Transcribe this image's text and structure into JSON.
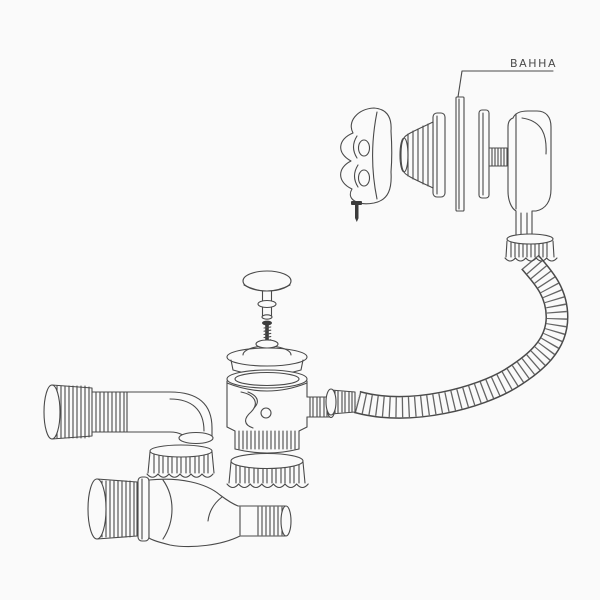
{
  "annotation": {
    "label": "ВАННА"
  },
  "colors": {
    "line": "#4a4a4a",
    "background": "#fafafa",
    "dark_fill": "#3c3c3c"
  },
  "parts": [
    "overflow-handle",
    "handle-screw",
    "overflow-gasket",
    "tub-wall-panel",
    "overflow-flange",
    "overflow-elbow",
    "overflow-nut",
    "flexible-hose",
    "hose-nut",
    "drain-plug",
    "plug-screw",
    "drain-strainer",
    "drain-body",
    "drain-nut",
    "siphon-inlet-nut",
    "siphon-inlet-pipe",
    "siphon-elbow",
    "siphon-elbow-nut",
    "outlet-nut",
    "outlet-flange",
    "outlet-elbow"
  ]
}
